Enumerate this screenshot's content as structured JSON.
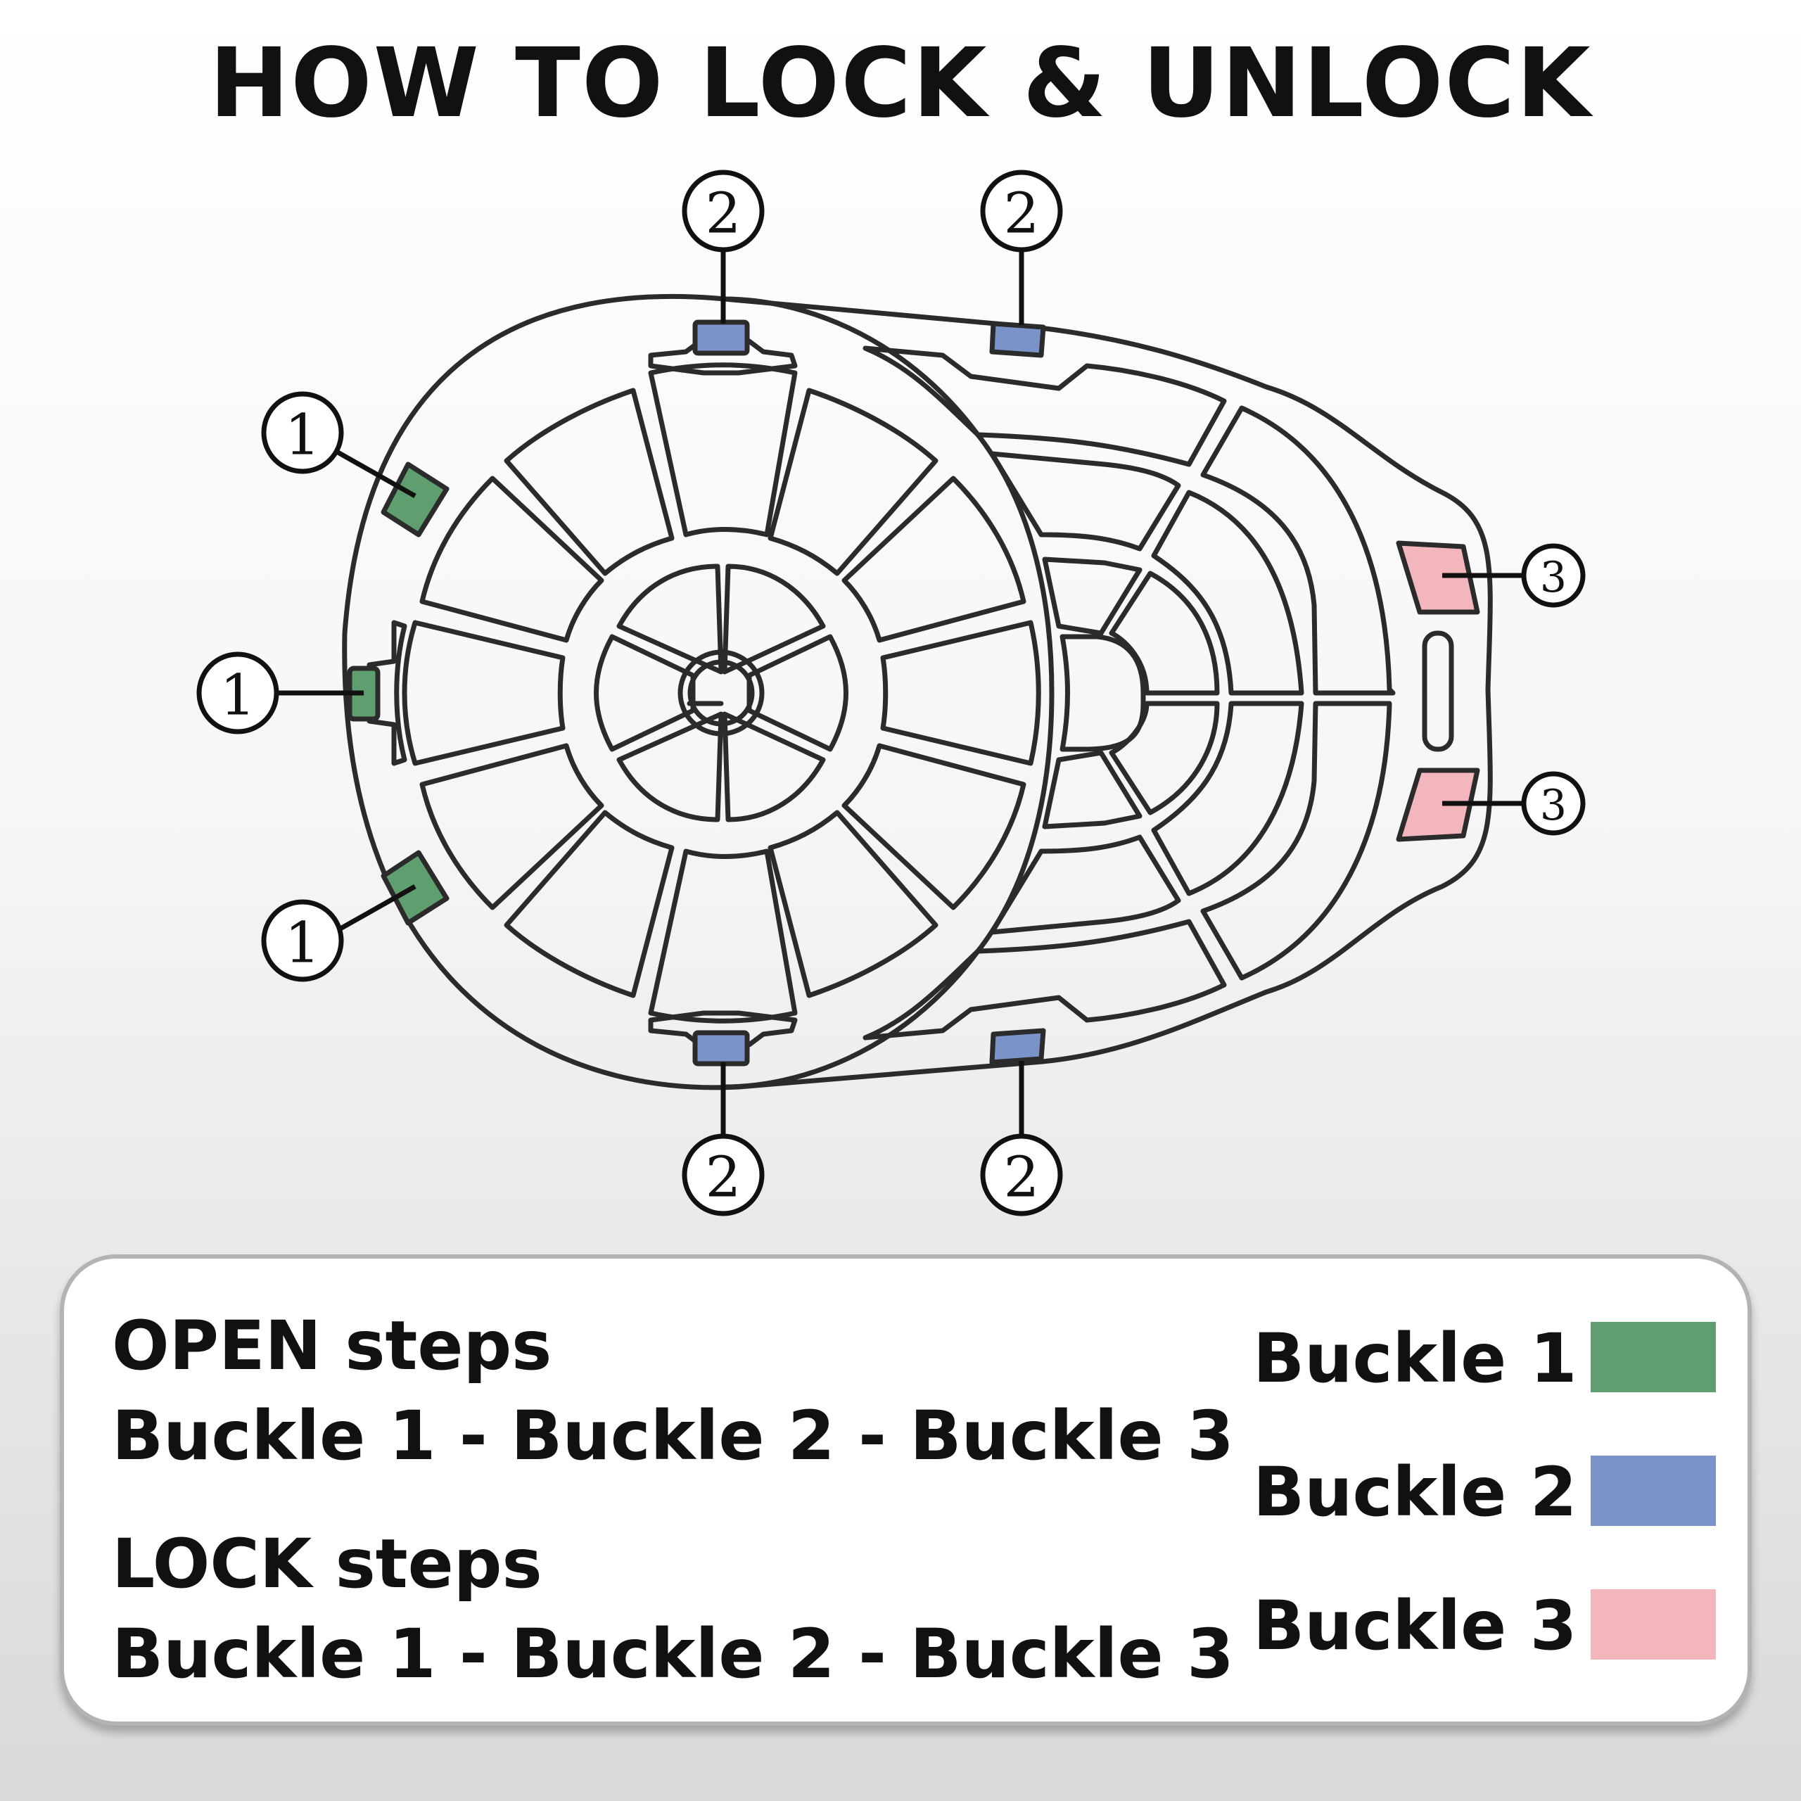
{
  "title": "HOW TO LOCK & UNLOCK",
  "callouts": {
    "buckle1_marker": "1",
    "buckle2_marker": "2",
    "buckle3_marker": "3"
  },
  "colors": {
    "buckle1": "#5f9e6e",
    "buckle2": "#7b93c9",
    "buckle3": "#f3b6bc",
    "outline": "#2b2b2b"
  },
  "legend": {
    "open_heading": "OPEN steps",
    "open_sequence": "Buckle 1 - Buckle 2 - Buckle 3",
    "lock_heading": "LOCK steps",
    "lock_sequence": "Buckle 1 - Buckle 2 - Buckle 3",
    "key": [
      {
        "label": "Buckle 1",
        "color": "#5f9e6e"
      },
      {
        "label": "Buckle 2",
        "color": "#7b93c9"
      },
      {
        "label": "Buckle 3",
        "color": "#f3b6bc"
      }
    ]
  }
}
